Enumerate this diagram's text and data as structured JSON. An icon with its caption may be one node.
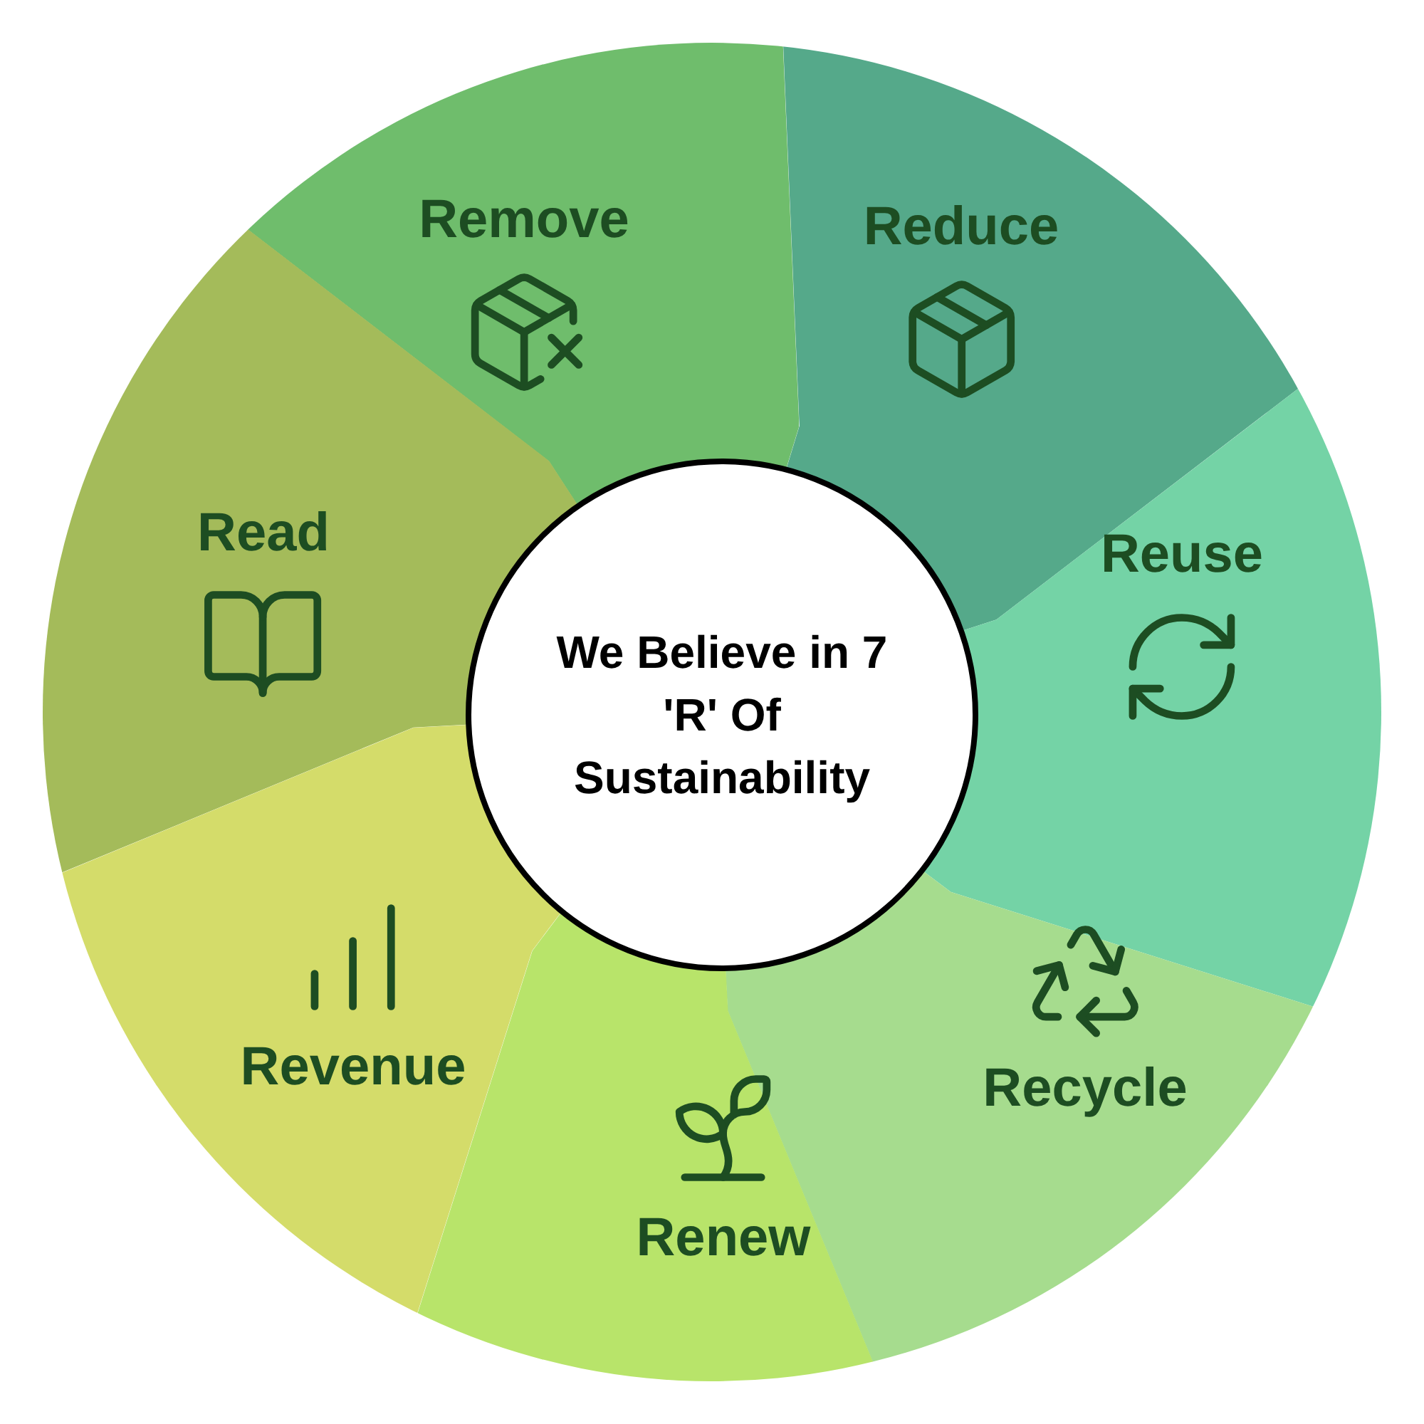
{
  "diagram": {
    "nodes": [
      {
        "text": [
          "Remove"
        ]
      },
      {
        "text": [
          "Reduce"
        ]
      },
      {
        "text": [
          "Read"
        ]
      },
      {
        "text": [
          "Reuse"
        ]
      },
      {
        "text": [
          "We Believe in 7 'R' Of Sustainability"
        ]
      },
      {
        "text": [
          "Revenue"
        ]
      },
      {
        "text": [
          "Recycle"
        ]
      },
      {
        "text": [
          "Renew"
        ]
      }
    ]
  }
}
